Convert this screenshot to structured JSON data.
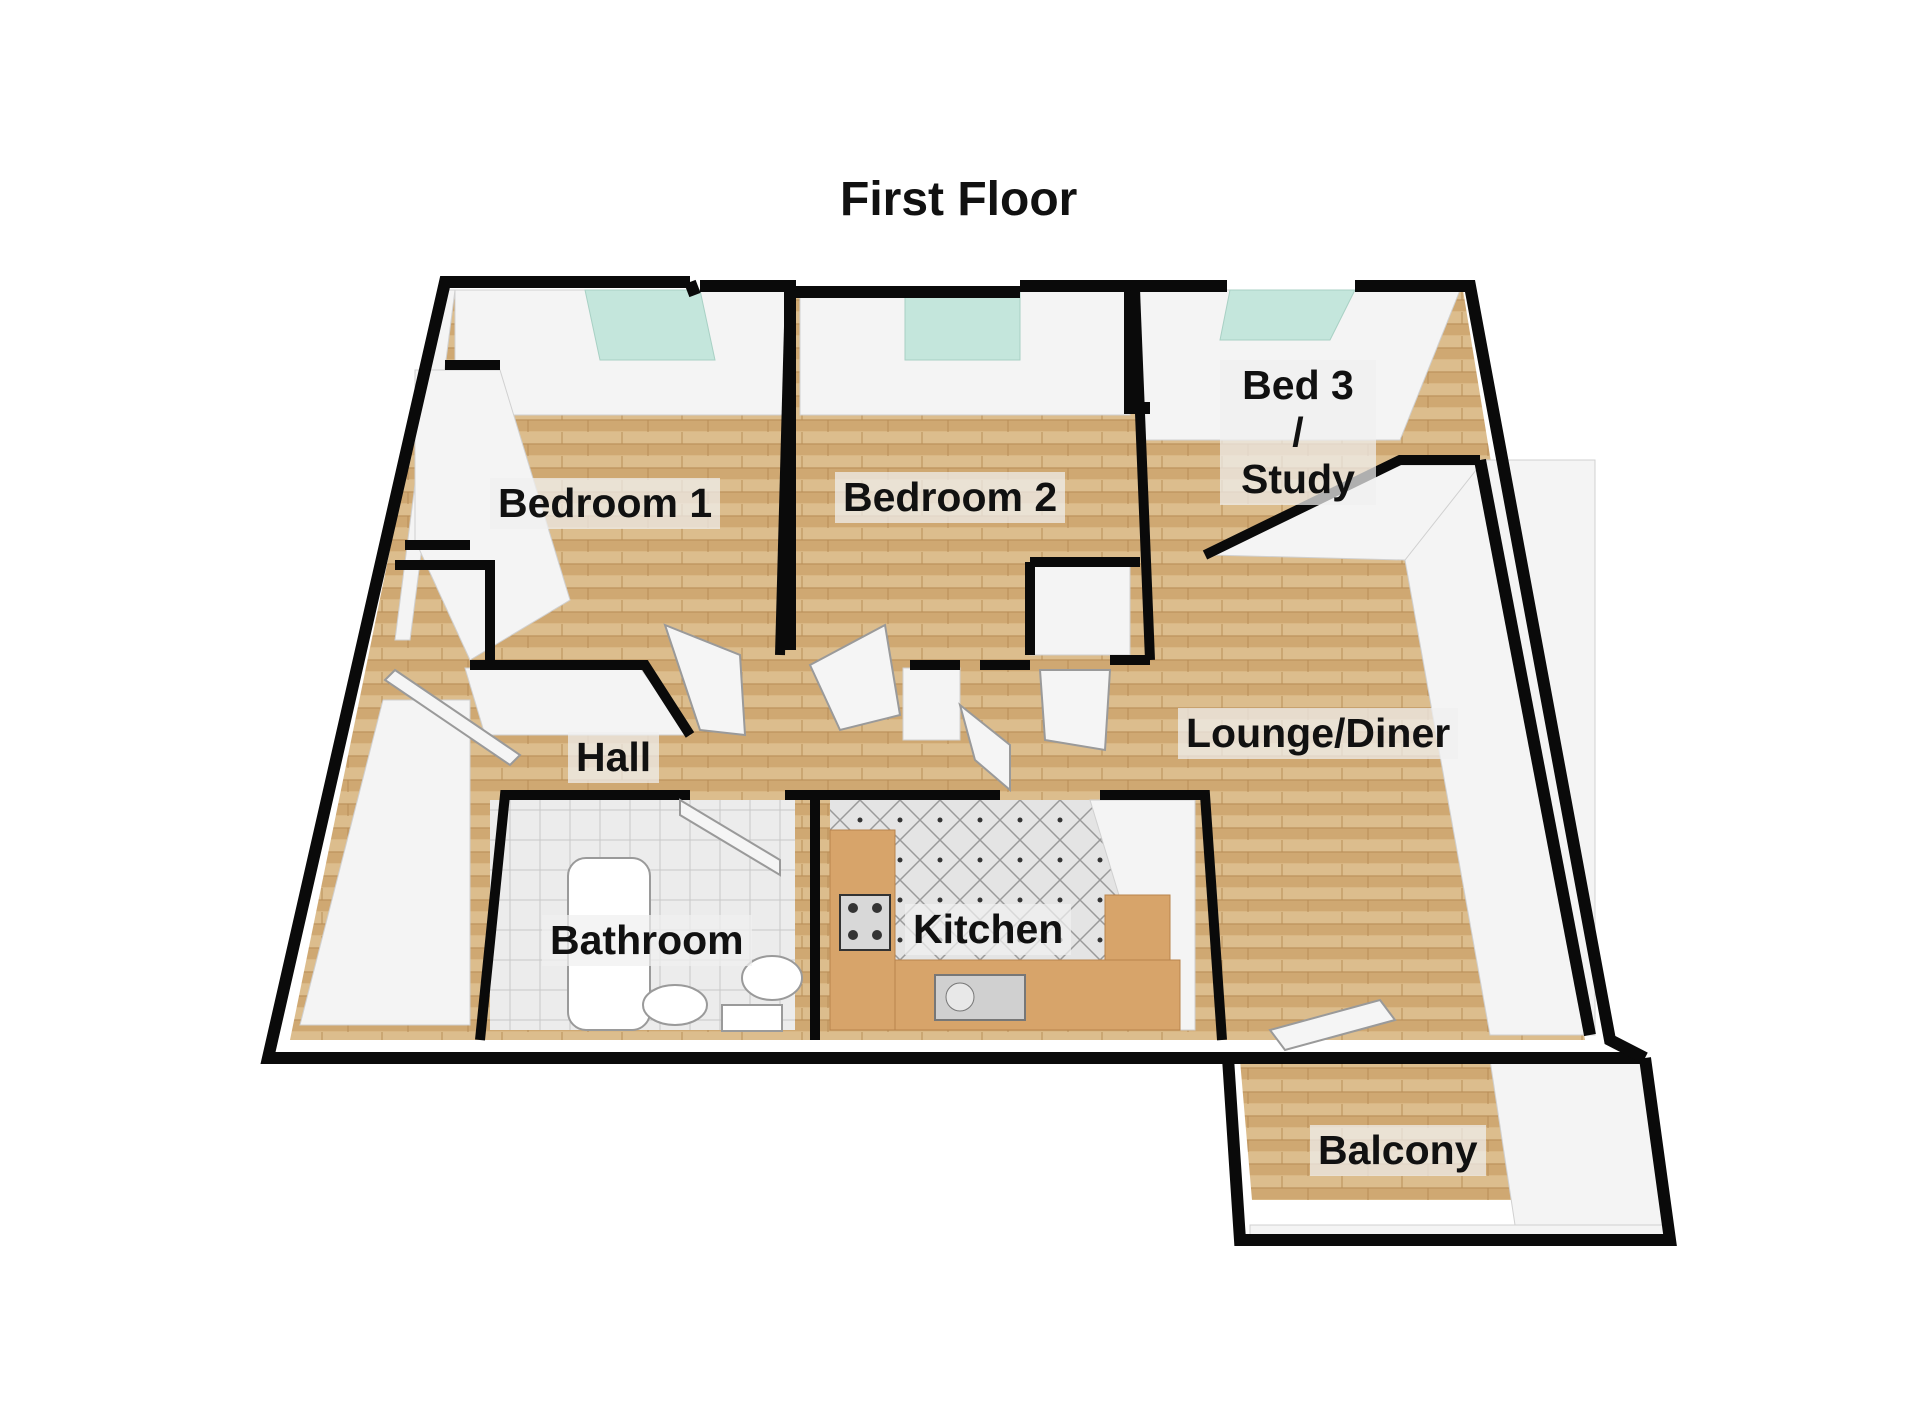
{
  "floor_title": "First Floor",
  "rooms": {
    "bedroom1": "Bedroom 1",
    "bedroom2": "Bedroom 2",
    "bed3_line1": "Bed 3",
    "bed3_line2": "/",
    "bed3_line3": "Study",
    "hall": "Hall",
    "lounge": "Lounge/Diner",
    "bathroom": "Bathroom",
    "kitchen": "Kitchen",
    "balcony": "Balcony"
  },
  "colors": {
    "wall": "#0a0a0a",
    "floor_wood": "#d9b784",
    "floor_wood_dark": "#c49a62",
    "tile": "#e6e6e6",
    "kitchen_tile": "#dcdcdc",
    "inner_wall": "#f2f2f2",
    "wall_shade": "#d4d4d4",
    "window": "#bfe3d8",
    "worktop": "#d7a46a"
  }
}
